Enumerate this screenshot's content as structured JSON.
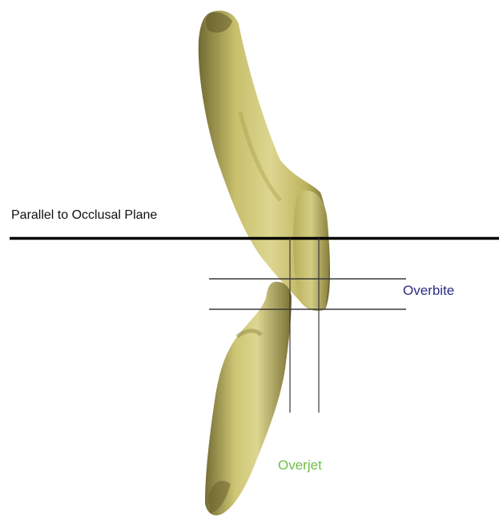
{
  "labels": {
    "occlusal_plane": "Parallel to Occlusal Plane",
    "overbite": "Overbite",
    "overjet": "Overjet"
  },
  "colors": {
    "overbite": "#2b2b86",
    "overjet": "#6fbf45",
    "line": "#000000",
    "tooth_light": "#d7d186",
    "tooth_mid": "#b7ad58",
    "tooth_dark": "#6f6630"
  }
}
